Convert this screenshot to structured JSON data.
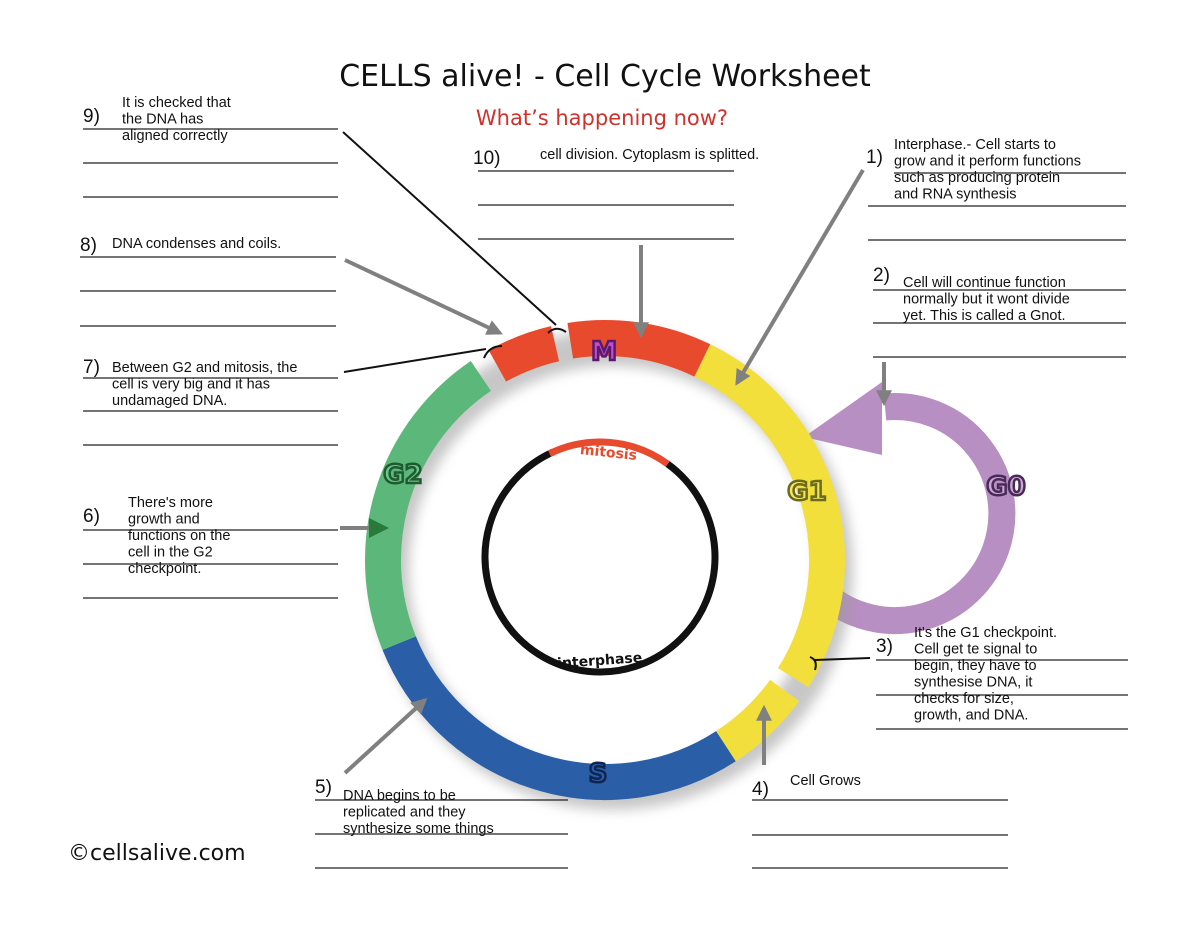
{
  "title": "CELLS alive! - Cell Cycle Worksheet",
  "subtitle": "What’s happening now?",
  "copyright": "©cellsalive.com",
  "colors": {
    "mitosis": "#e84a2d",
    "g1": "#f3df3c",
    "s": "#2a5fa8",
    "g2": "#5cb87a",
    "g0": "#b88fc2",
    "subtitle": "#d0312d"
  },
  "phase_labels": {
    "m": "M",
    "g1": "G1",
    "g2": "G2",
    "s": "S",
    "g0": "G0"
  },
  "inner_labels": {
    "mitosis": "mitosis",
    "interphase": "interphase"
  },
  "questions": [
    {
      "num": "1)",
      "lines": [
        "Interphase.- Cell starts to",
        "grow and it perform functions",
        "such as producing protein",
        "and RNA synthesis"
      ]
    },
    {
      "num": "2)",
      "lines": [
        "Cell will continue function",
        "normally but it wont divide",
        "yet. This is called a Gnot."
      ]
    },
    {
      "num": "3)",
      "lines": [
        "It's the G1 checkpoint.",
        "Cell get te signal to",
        "begin, they have to",
        "synthesise DNA, it",
        "checks for size,",
        "growth, and DNA."
      ]
    },
    {
      "num": "4)",
      "lines": [
        "Cell Grows"
      ]
    },
    {
      "num": "5)",
      "lines": [
        "DNA begins to be",
        "replicated and they",
        "synthesize some things"
      ]
    },
    {
      "num": "6)",
      "lines": [
        "There's more",
        "growth and",
        "functions on the",
        "cell in the G2",
        "checkpoint."
      ]
    },
    {
      "num": "7)",
      "lines": [
        "Between G2 and mitosis, the",
        "cell is very big and it has",
        "undamaged DNA."
      ]
    },
    {
      "num": "8)",
      "lines": [
        "DNA condenses and coils."
      ]
    },
    {
      "num": "9)",
      "lines": [
        "It is checked that",
        "the DNA has",
        "aligned correctly"
      ]
    },
    {
      "num": "10)",
      "lines": [
        "cell division. Cytoplasm is splitted."
      ]
    }
  ]
}
